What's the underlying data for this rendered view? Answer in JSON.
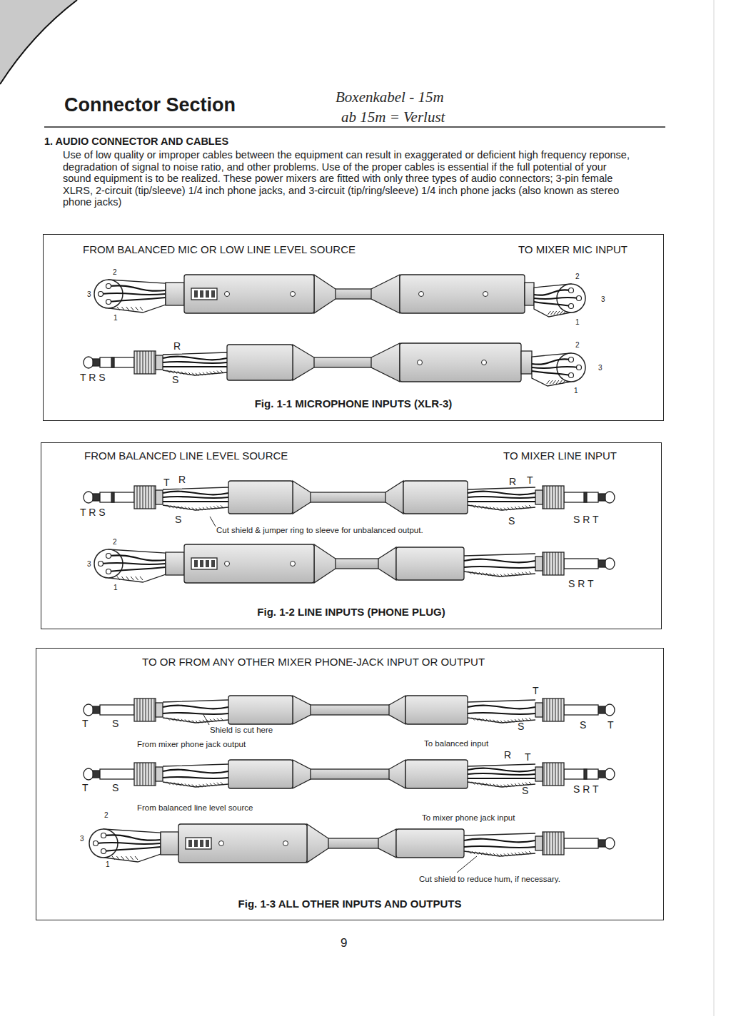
{
  "diagram": {
    "title": "Connector Section",
    "nodes": [
      {
        "text": [
          "FROM BALANCED MIC OR LOW LINE LEVEL SOURCE",
          "TO MIXER MIC INPUT",
          "Fig. 1-1 MICROPHONE INPUTS (XLR-3)"
        ]
      },
      {
        "text": [
          "FROM BALANCED LINE LEVEL SOURCE",
          "TO MIXER LINE INPUT",
          "Fig. 1-2 LINE INPUTS (PHONE PLUG)"
        ]
      },
      {
        "text": [
          "TO OR FROM ANY OTHER MIXER PHONE-JACK INPUT OR OUTPUT",
          "Fig. 1-3 ALL OTHER INPUTS AND OUTPUTS"
        ]
      }
    ],
    "labels": [
      "Boxenkabel - 15m",
      "ab 15m = Verlust",
      "1. AUDIO CONNECTOR AND CABLES",
      "Use of low quality or improper cables between the equipment can result in exaggerated or deficient high frequency reponse, degradation of signal to noise ratio, and other problems. Use of the proper cables is essential if the full potential of your sound equipment is to be realized. These power mixers are fitted with only three types of audio connectors; 3-pin female XLRS, 2-circuit (tip/sleeve) 1/4 inch phone jacks, and 3-circuit (tip/ring/sleeve) 1/4 inch phone jacks (also known as stereo phone jacks)",
      "2",
      "3",
      "1",
      "2",
      "3",
      "1",
      "R",
      "T R S",
      "S",
      "2",
      "3",
      "1",
      "T",
      "R",
      "T R S",
      "S",
      "R",
      "T",
      "S",
      "S R T",
      "Cut shield & jumper ring to sleeve for unbalanced output.",
      "2",
      "3",
      "1",
      "S R T",
      "T",
      "S",
      "Shield is cut here",
      "T",
      "S",
      "S",
      "T",
      "From mixer phone jack output",
      "To balanced input",
      "R",
      "T",
      "T",
      "S",
      "S",
      "S R T",
      "From balanced line level source",
      "To mixer phone jack input",
      "2",
      "3",
      "1",
      "Cut shield to reduce hum, if necessary.",
      "9"
    ]
  }
}
